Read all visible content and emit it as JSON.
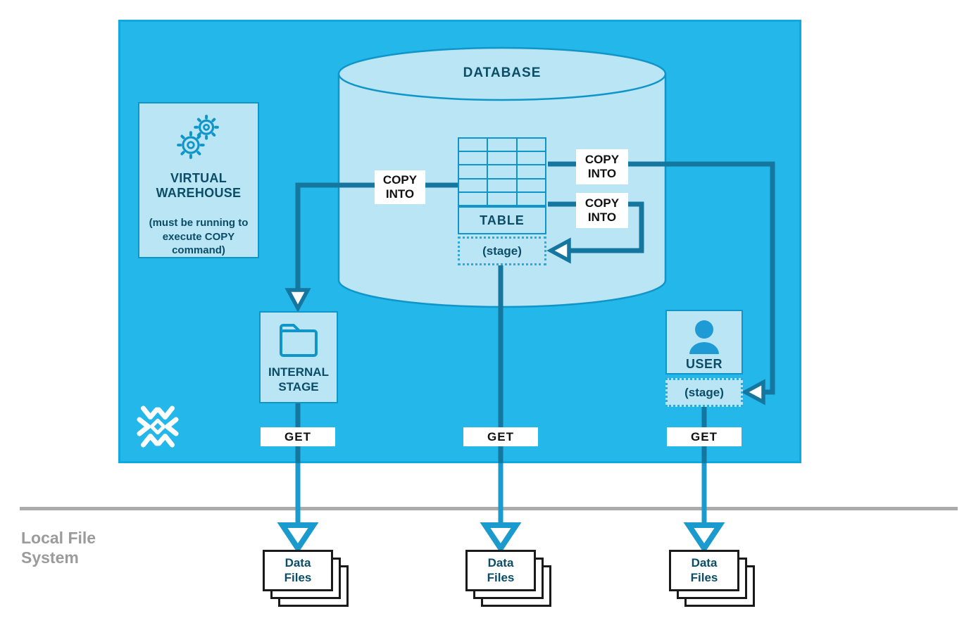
{
  "virtual_warehouse": {
    "title": "VIRTUAL WAREHOUSE",
    "note": "(must be running to execute COPY command)"
  },
  "database": {
    "title": "DATABASE"
  },
  "table": {
    "title": "TABLE",
    "stage": "(stage)"
  },
  "internal_stage": {
    "title": "INTERNAL STAGE"
  },
  "user": {
    "title": "USER",
    "stage": "(stage)"
  },
  "labels": {
    "copy_into": "COPY INTO",
    "get": "GET",
    "data_files": "Data Files"
  },
  "local_file_system": {
    "title": "Local File System"
  },
  "icons": {
    "warehouse": "gears-icon",
    "internal_stage": "folder-icon",
    "user": "person-icon",
    "database": "cylinder-shape",
    "table": "table-grid-icon",
    "logo": "snowflake-logo"
  },
  "colors": {
    "sf_blue": "#24B7EA",
    "sf_blue_border": "#10A9DF",
    "light_blue": "#B9E5F5",
    "shape_border": "#1095C9",
    "line_dark": "#15779F",
    "line_bright": "#1B9BCD",
    "dotted_border": "#2FA8DC",
    "text_dark": "#0B4D66",
    "gray_line": "#ABABAB",
    "gray_text": "#9B9B9B"
  }
}
